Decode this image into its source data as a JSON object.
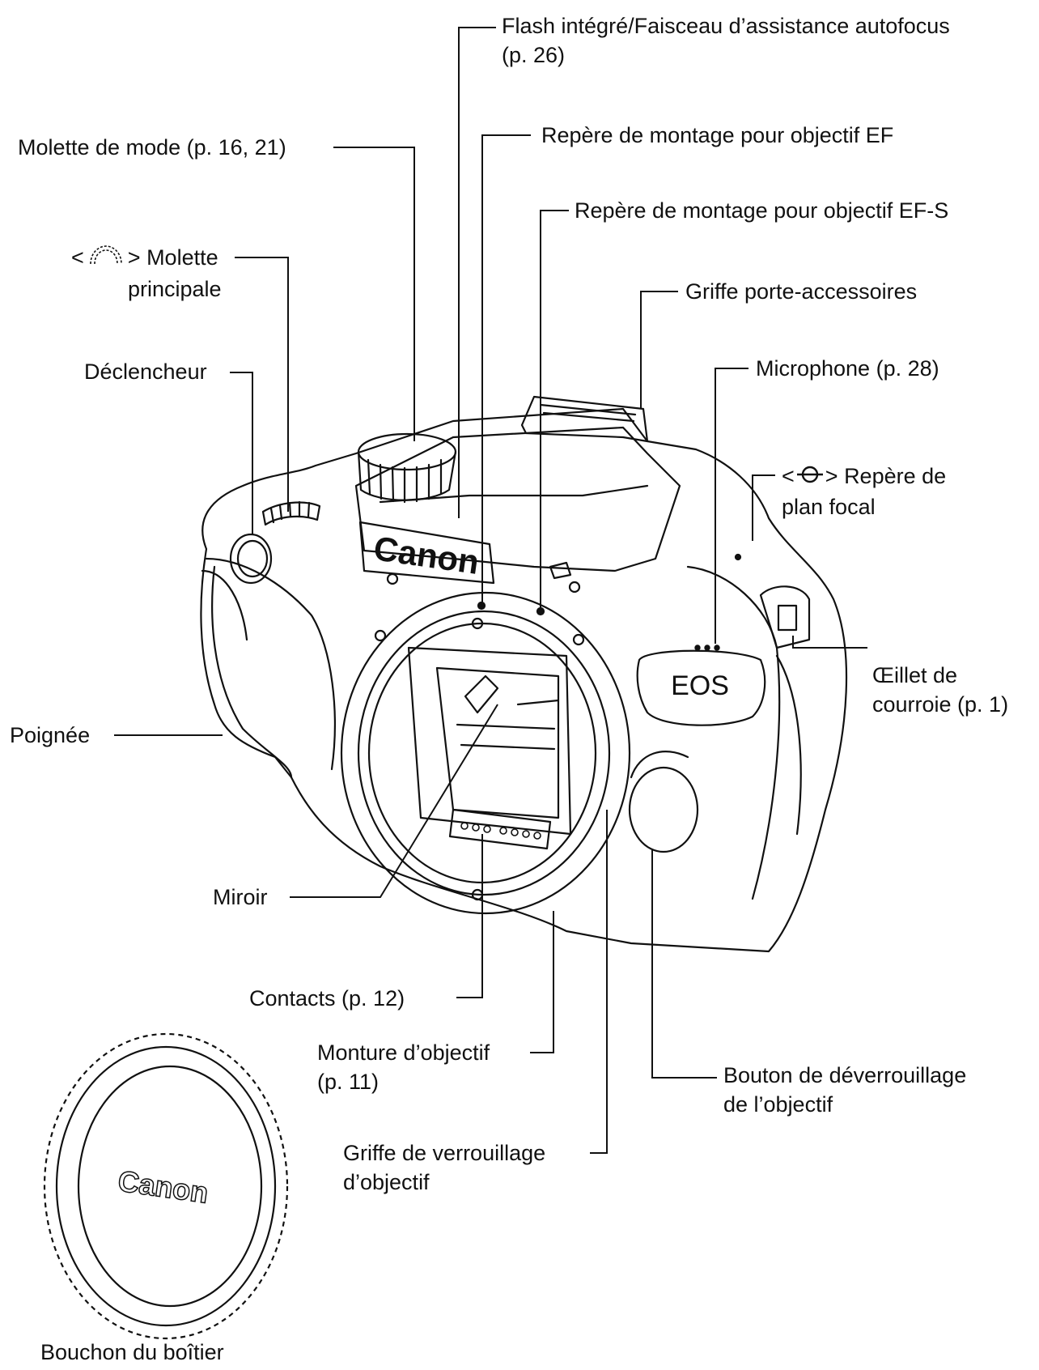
{
  "labels": {
    "flash": [
      "Flash intégré/Faisceau d’assistance autofocus",
      "(p. 26)"
    ],
    "mount_ef": "Repère de montage pour objectif EF",
    "mode_dial": "Molette de mode (p. 16, 21)",
    "mount_efs": "Repère de montage pour objectif EF-S",
    "main_dial": [
      "Molette",
      "principale"
    ],
    "hot_shoe": "Griffe porte-accessoires",
    "shutter": "Déclencheur",
    "microphone": "Microphone (p. 28)",
    "focal_plane": [
      "Repère de",
      "plan focal"
    ],
    "strap_mount": [
      "Œillet de",
      "courroie (p. 1)"
    ],
    "grip": "Poignée",
    "mirror": "Miroir",
    "contacts": "Contacts (p. 12)",
    "lens_mount": [
      "Monture d’objectif",
      "(p. 11)"
    ],
    "lens_release": [
      "Bouton de déverrouillage",
      "de l’objectif"
    ],
    "lens_lock": [
      "Griffe de verrouillage",
      "d’objectif"
    ],
    "body_cap": "Bouchon du boîtier"
  },
  "logos": {
    "brand": "Canon",
    "model": "EOS"
  },
  "icons": {
    "main_dial_symbol": "dial-wheel-icon",
    "focal_plane_symbol": "focal-plane-mark-icon"
  },
  "colors": {
    "line": "#111111",
    "background": "#ffffff"
  }
}
